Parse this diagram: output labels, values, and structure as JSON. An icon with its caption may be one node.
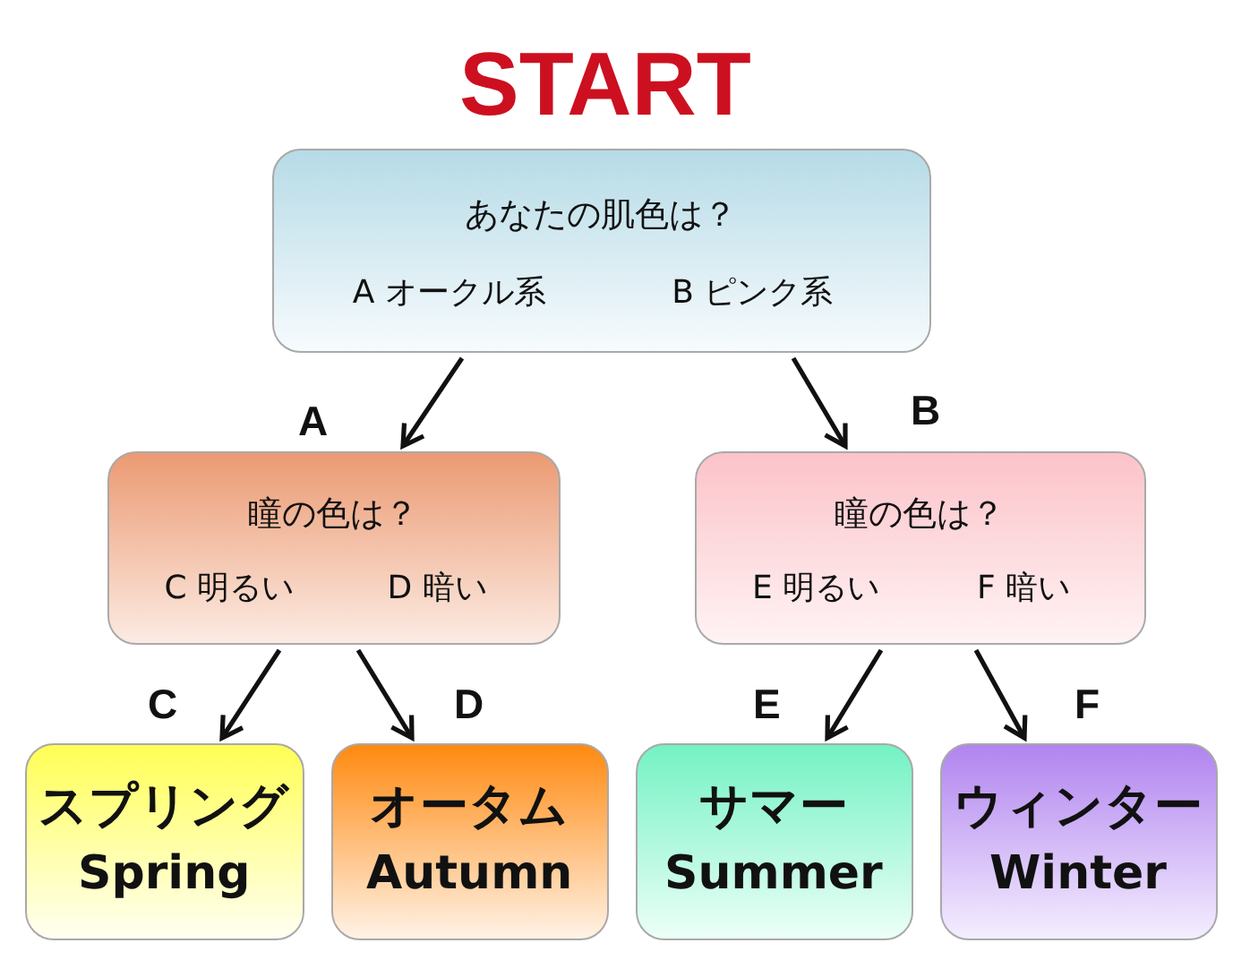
{
  "diagram": {
    "title": "START",
    "nodes": [
      {
        "text": [
          "あなたの肌色は？",
          "A オークル系",
          "B ピンク系"
        ]
      },
      {
        "text": [
          "瞳の色は？",
          "C 明るい",
          "D 暗い"
        ]
      },
      {
        "text": [
          "瞳の色は？",
          "E 明るい",
          "F 暗い"
        ]
      },
      {
        "text": [
          "スプリング",
          "Spring"
        ]
      },
      {
        "text": [
          "オータム",
          "Autumn"
        ]
      },
      {
        "text": [
          "サマー",
          "Summer"
        ]
      },
      {
        "text": [
          "ウィンター",
          "Winter"
        ]
      }
    ],
    "edges": [
      {
        "from": 0,
        "to": 1,
        "arrow": "to",
        "label": "A"
      },
      {
        "from": 0,
        "to": 2,
        "arrow": "to",
        "label": "B"
      },
      {
        "from": 1,
        "to": 3,
        "arrow": "to",
        "label": "C"
      },
      {
        "from": 1,
        "to": 4,
        "arrow": "to",
        "label": "D"
      },
      {
        "from": 2,
        "to": 5,
        "arrow": "to",
        "label": "E"
      },
      {
        "from": 2,
        "to": 6,
        "arrow": "to",
        "label": "F"
      }
    ]
  }
}
